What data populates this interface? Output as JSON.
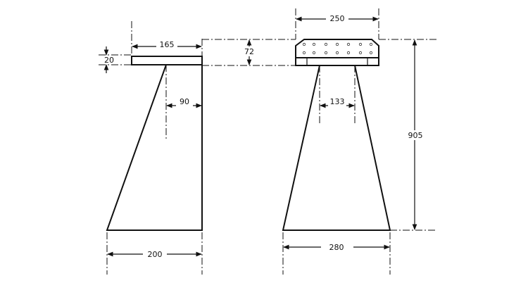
{
  "dimensions": {
    "left_flange_width": "165",
    "left_flange_thickness": "20",
    "left_offset": "90",
    "left_base": "200",
    "right_slab_depth": "72",
    "right_slab_width": "250",
    "right_neck_width": "133",
    "right_height": "905",
    "right_base": "280"
  }
}
